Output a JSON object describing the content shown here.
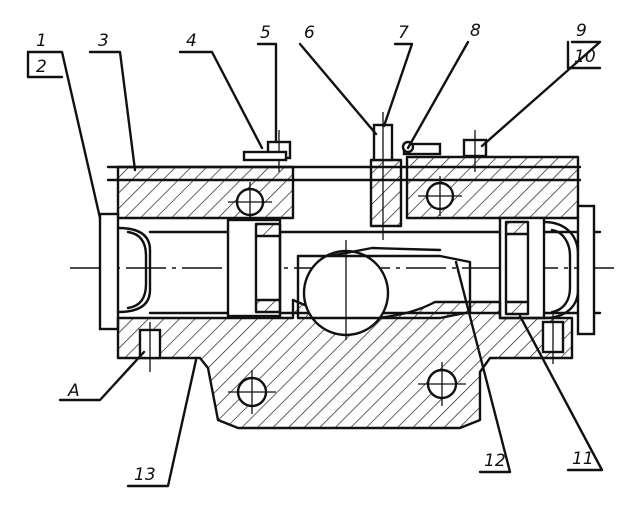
{
  "callouts": {
    "c1": "1",
    "c2": "2",
    "c3": "3",
    "c4": "4",
    "c5": "5",
    "c6": "6",
    "c7": "7",
    "c8": "8",
    "c9": "9",
    "c10": "10",
    "c11": "11",
    "c12": "12",
    "c13": "13",
    "cA": "A"
  }
}
